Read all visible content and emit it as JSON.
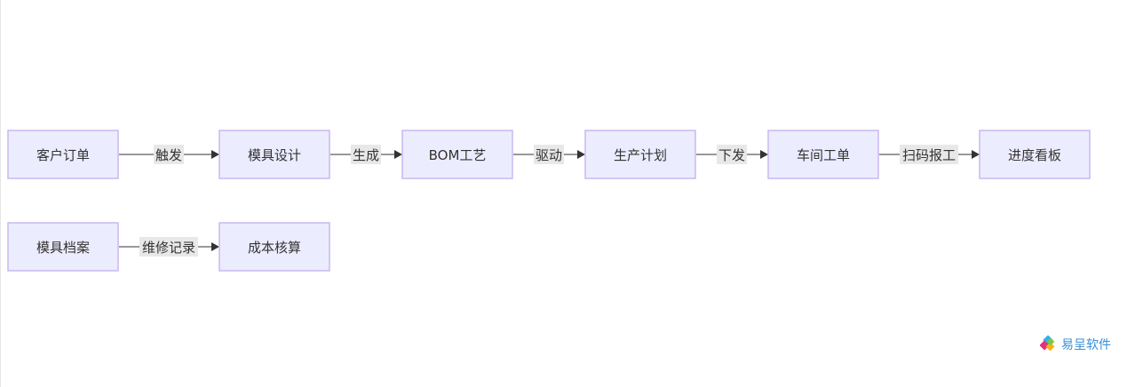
{
  "colors": {
    "node_fill": "#ECECFF",
    "node_stroke": "#C9B8F0",
    "edge": "#333333",
    "label_bg": "#e8e8e8",
    "text": "#333333"
  },
  "nodes": [
    {
      "id": "n1",
      "label": "客户订单"
    },
    {
      "id": "n2",
      "label": "模具设计"
    },
    {
      "id": "n3",
      "label": "BOM工艺"
    },
    {
      "id": "n4",
      "label": "生产计划"
    },
    {
      "id": "n5",
      "label": "车间工单"
    },
    {
      "id": "n6",
      "label": "进度看板"
    },
    {
      "id": "n7",
      "label": "模具档案"
    },
    {
      "id": "n8",
      "label": "成本核算"
    }
  ],
  "edges": [
    {
      "from": "n1",
      "to": "n2",
      "label": "触发"
    },
    {
      "from": "n2",
      "to": "n3",
      "label": "生成"
    },
    {
      "from": "n3",
      "to": "n4",
      "label": "驱动"
    },
    {
      "from": "n4",
      "to": "n5",
      "label": "下发"
    },
    {
      "from": "n5",
      "to": "n6",
      "label": "扫码报工"
    },
    {
      "from": "n7",
      "to": "n8",
      "label": "维修记录"
    }
  ],
  "watermark": {
    "text": "易呈软件",
    "icon": "logo-diamond-icon"
  }
}
